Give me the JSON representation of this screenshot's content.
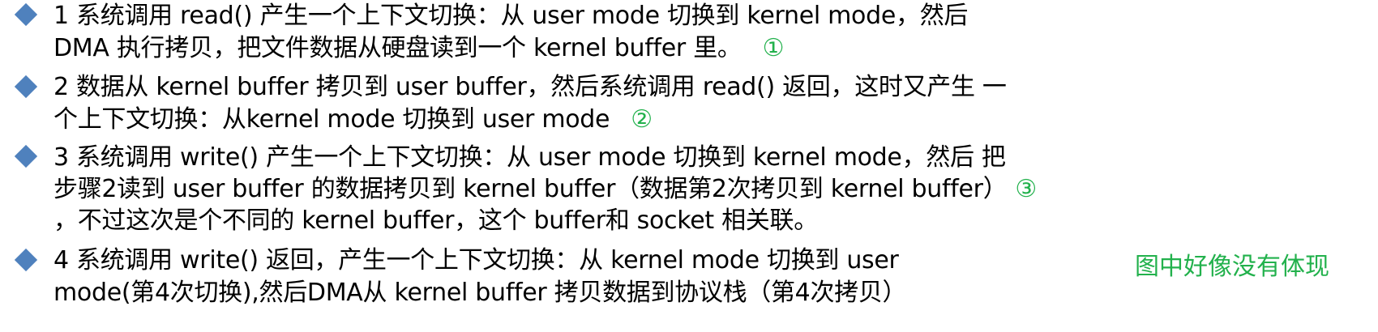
{
  "colors": {
    "text": "#000000",
    "bullet": "#4f81bd",
    "annotation": "#22b14c",
    "background": "#ffffff"
  },
  "items": [
    {
      "lines": [
        "1 系统调用 read() 产生一个上下文切换：从 user mode 切换到 kernel mode，然后",
        "DMA 执行拷贝，把文件数据从硬盘读到一个 kernel buffer 里。"
      ],
      "marker": "①"
    },
    {
      "lines": [
        "2 数据从 kernel buffer 拷贝到 user buffer，然后系统调用 read() 返回，这时又产生 一",
        "个上下文切换：从kernel mode 切换到 user mode"
      ],
      "marker": "②"
    },
    {
      "lines": [
        "3 系统调用 write() 产生一个上下文切换：从 user mode 切换到 kernel mode，然后 把",
        "步骤2读到 user buffer 的数据拷贝到 kernel buffer（数据第2次拷贝到 kernel  buffer）",
        "，不过这次是个不同的 kernel buffer，这个 buffer和 socket 相关联。"
      ],
      "marker": "③"
    },
    {
      "lines": [
        "4 系统调用 write() 返回，产生一个上下文切换：从 kernel mode 切换到 user",
        "mode(第4次切换),然后DMA从 kernel buffer 拷贝数据到协议栈（第4次拷贝）"
      ],
      "note": "图中好像没有体现"
    }
  ],
  "icons": {
    "bullet": "diamond-bullet-icon"
  }
}
